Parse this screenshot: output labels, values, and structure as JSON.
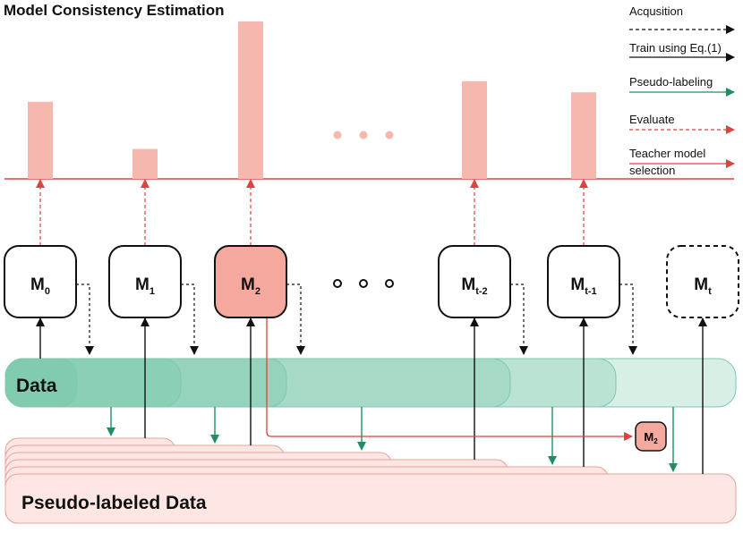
{
  "title": "Model Consistency Estimation",
  "legend": [
    {
      "label": "Acqusition",
      "color": "#111111",
      "style": "dashed"
    },
    {
      "label": "Train using Eq.(1)",
      "color": "#111111",
      "style": "solid"
    },
    {
      "label": "Pseudo-labeling",
      "color": "#1f8f63",
      "style": "solid"
    },
    {
      "label": "Evaluate",
      "color": "#e0403e",
      "style": "dashed"
    },
    {
      "label": "Teacher model",
      "label2": "selection",
      "color": "#e0403e",
      "style": "solid"
    }
  ],
  "chart_data": {
    "type": "bar",
    "categories": [
      "M0",
      "M1",
      "M2",
      "Mt-2",
      "Mt-1"
    ],
    "values": [
      0.49,
      0.19,
      1.0,
      0.62,
      0.55
    ],
    "bar_color": "#f6b8ae",
    "baseline_color": "#e0403e"
  },
  "models": [
    {
      "main": "M",
      "sub": "0",
      "state": "normal"
    },
    {
      "main": "M",
      "sub": "1",
      "state": "normal"
    },
    {
      "main": "M",
      "sub": "2",
      "state": "selected"
    },
    {
      "main": "M",
      "sub": "t-2",
      "state": "normal"
    },
    {
      "main": "M",
      "sub": "t-1",
      "state": "normal"
    },
    {
      "main": "M",
      "sub": "t",
      "state": "pending"
    }
  ],
  "data_label": "Data",
  "pseudo_label": "Pseudo-labeled Data",
  "teacher_badge": {
    "main": "M",
    "sub": "2"
  },
  "colors": {
    "bar": "#f6b8ae",
    "red": "#e0403e",
    "green": "#1f8f63",
    "selected_model": "#f4a89e",
    "data_band": "#7ec9ad",
    "pseudo_band": "#fde6e3",
    "pseudo_stroke": "#e6a49b",
    "black": "#111111"
  }
}
